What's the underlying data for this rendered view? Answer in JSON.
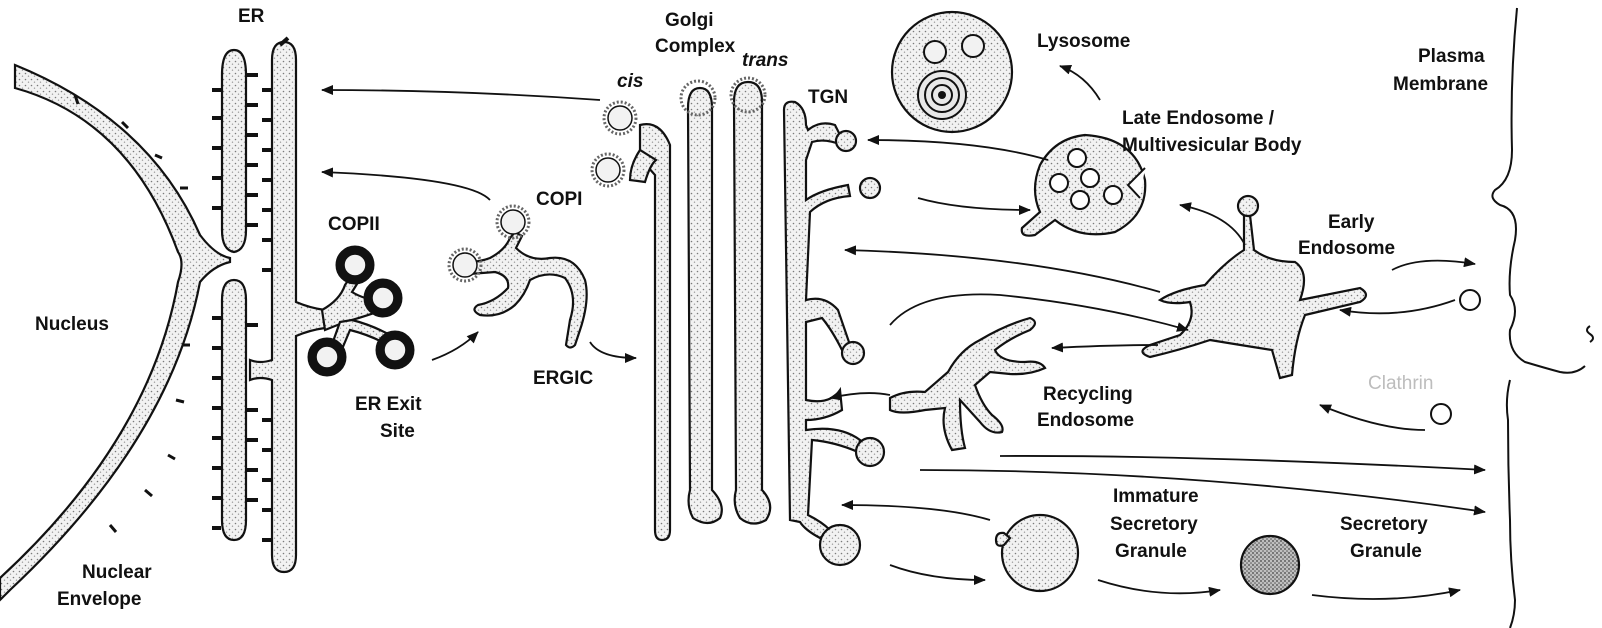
{
  "labels": {
    "er": "ER",
    "golgi_1": "Golgi",
    "golgi_2": "Complex",
    "cis": "cis",
    "trans": "trans",
    "tgn": "TGN",
    "copii": "COPII",
    "copi": "COPI",
    "er_exit_1": "ER Exit",
    "er_exit_2": "Site",
    "ergic": "ERGIC",
    "nucleus": "Nucleus",
    "nuclear_env_1": "Nuclear",
    "nuclear_env_2": "Envelope",
    "lysosome": "Lysosome",
    "late_endo_1": "Late Endosome /",
    "late_endo_2": "Multivesicular Body",
    "plasma_1": "Plasma",
    "plasma_2": "Membrane",
    "early_endo_1": "Early",
    "early_endo_2": "Endosome",
    "recycling_1": "Recycling",
    "recycling_2": "Endosome",
    "clathrin": "Clathrin",
    "immature_1": "Immature",
    "immature_2": "Secretory",
    "immature_3": "Granule",
    "secretory_1": "Secretory",
    "secretory_2": "Granule"
  },
  "colors": {
    "ink": "#111111",
    "stipple": "#d9d9d9",
    "faint": "#bdbdbd"
  }
}
